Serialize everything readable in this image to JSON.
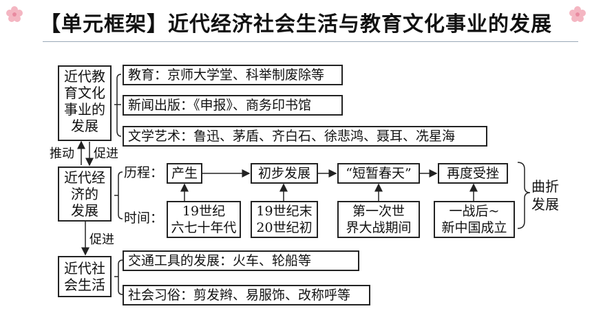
{
  "title": "【单元框架】近代经济社会生活与教育文化事业的发展",
  "nodes": {
    "edu_culture": [
      "近代教",
      "育文化",
      "事业的",
      "发展"
    ],
    "economy": [
      "近代经",
      "济的",
      "发展"
    ],
    "social_life": [
      "近代社",
      "会生活"
    ]
  },
  "edu_items": [
    "教育：京师大学堂、科举制废除等",
    "新闻出版：《申报》、商务印书馆",
    "文学艺术：鲁迅、茅盾、齐白石、徐悲鸿、聂耳、冼星海"
  ],
  "arrows": {
    "push": "推动",
    "promote_up": "促进",
    "promote_down": "促进"
  },
  "process_label": "历程：",
  "time_label": "时间：",
  "stages": [
    "产生",
    "初步发展",
    "“短暂春天”",
    "再度受挫"
  ],
  "times": [
    [
      "19世纪",
      "六七十年代"
    ],
    [
      "19世纪末",
      "20世纪初"
    ],
    [
      "第一次世",
      "界大战期间"
    ],
    [
      "一战后~",
      "新中国成立"
    ]
  ],
  "trend": [
    "曲折",
    "发展"
  ],
  "social_items": [
    "交通工具的发展：火车、轮船等",
    "社会习俗：剪发辫、易服饰、改称呼等"
  ]
}
